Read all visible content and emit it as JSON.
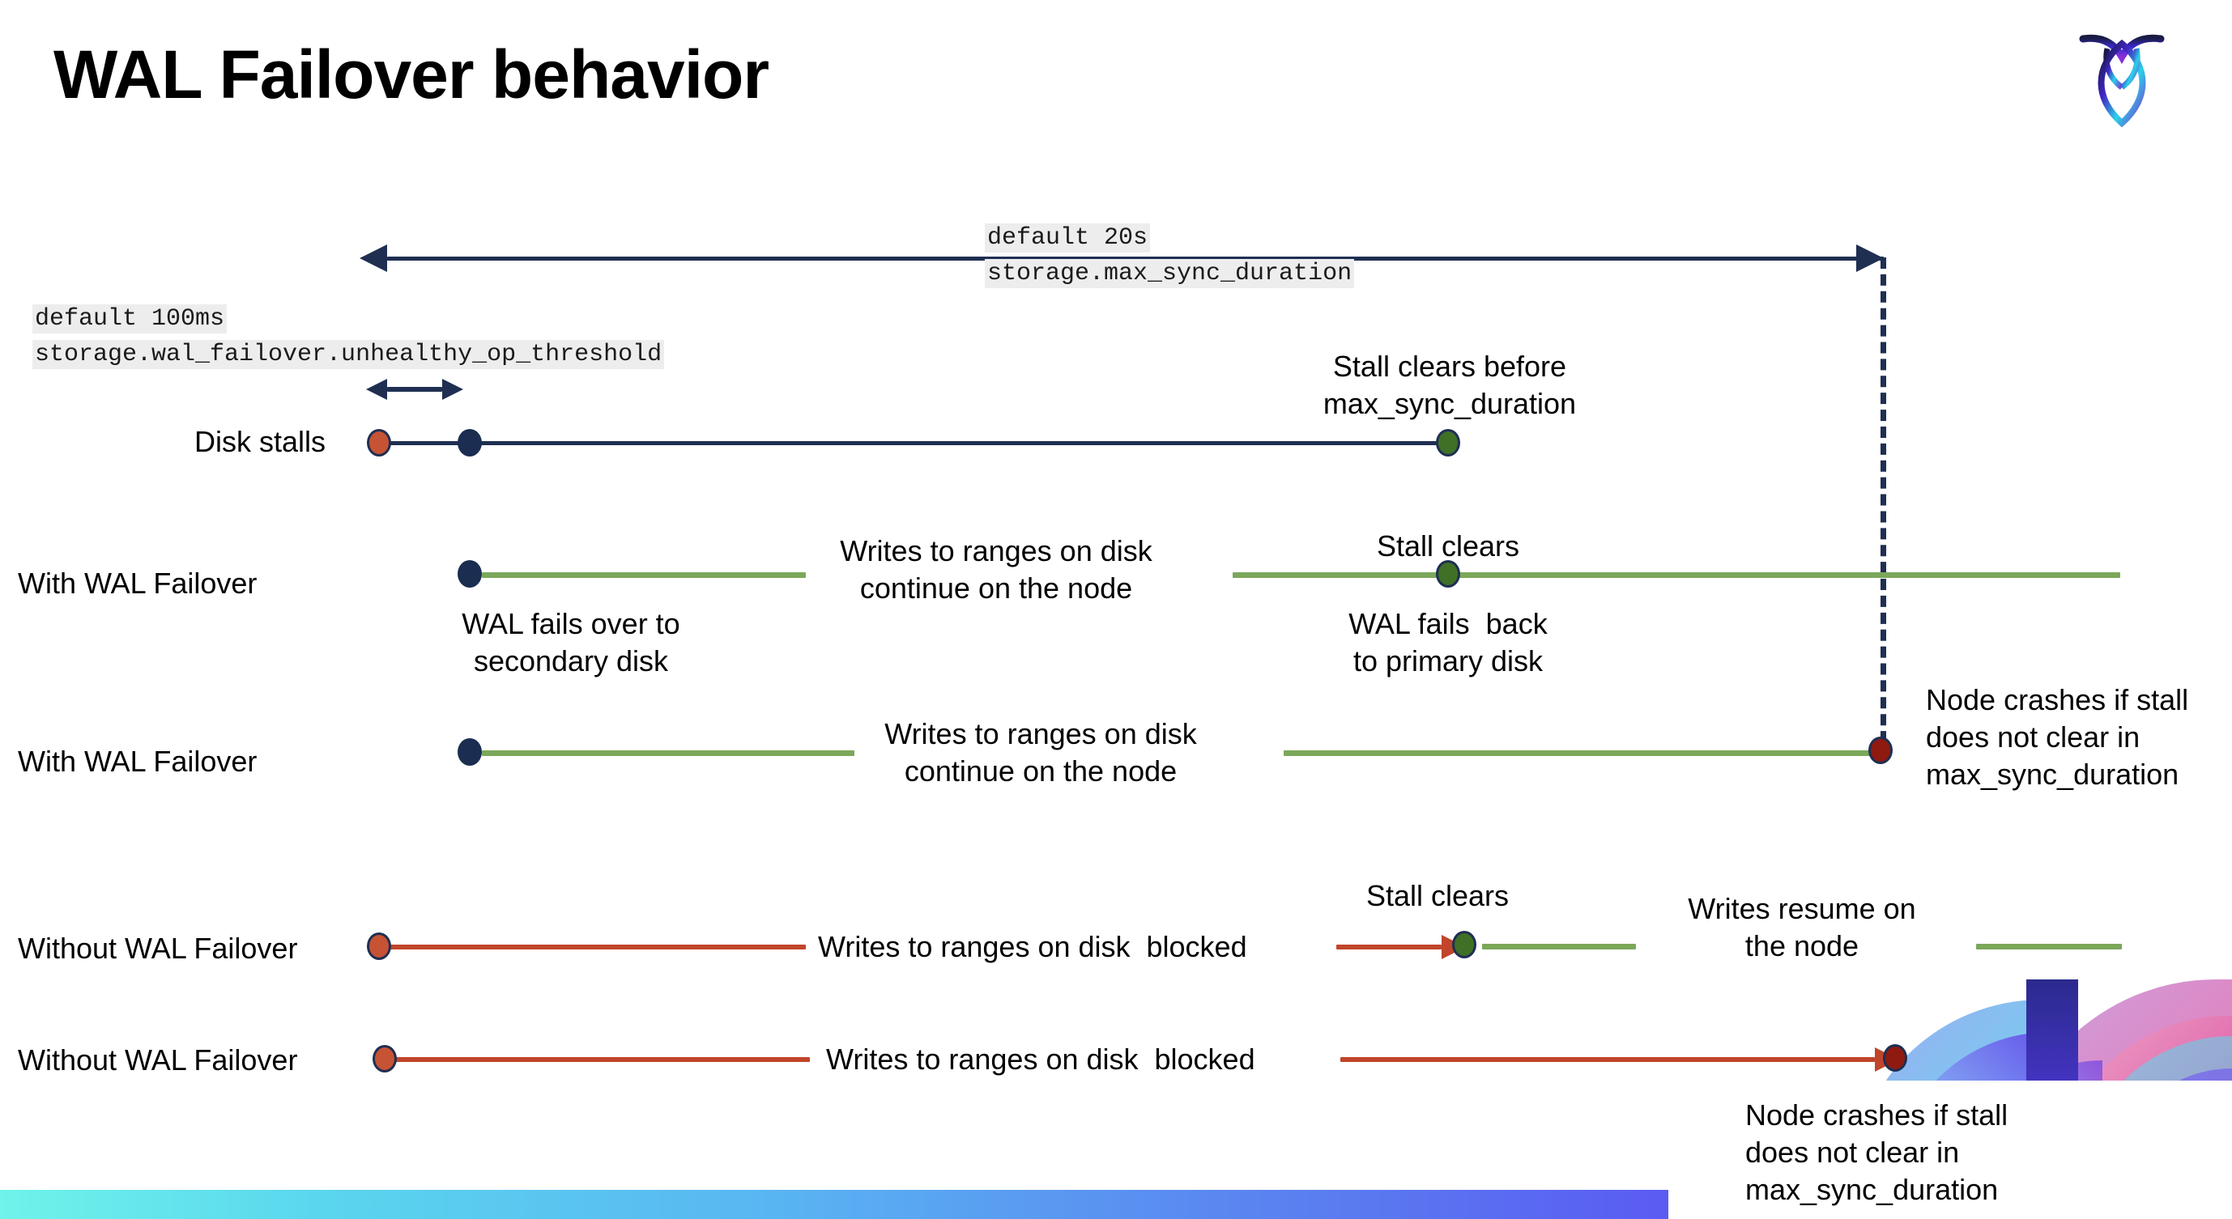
{
  "slide": {
    "title": "WAL Failover behavior",
    "logo_name": "cockroachdb-logo"
  },
  "annotations": {
    "max_sync": {
      "default": "default 20s",
      "setting": "storage.max_sync_duration"
    },
    "unhealthy_op": {
      "default": "default 100ms",
      "setting": "storage.wal_failover.unhealthy_op_threshold"
    }
  },
  "rows": [
    {
      "label": "Disk stalls",
      "notes": {
        "stall_clears_before": "Stall clears before\nmax_sync_duration"
      }
    },
    {
      "label": "With WAL Failover",
      "notes": {
        "writes_continue": "Writes to ranges on disk\ncontinue on the node",
        "stall_clears": "Stall clears",
        "fails_over": "WAL fails over to\nsecondary disk",
        "fails_back": "WAL fails  back\nto primary disk"
      }
    },
    {
      "label": "With WAL Failover",
      "notes": {
        "writes_continue": "Writes to ranges on disk\ncontinue on the node",
        "node_crashes": "Node crashes if stall\ndoes not clear in\nmax_sync_duration"
      }
    },
    {
      "label": "Without WAL Failover",
      "notes": {
        "writes_blocked": "Writes to ranges on disk  blocked",
        "stall_clears": "Stall clears",
        "writes_resume": "Writes resume on\nthe node"
      }
    },
    {
      "label": "Without WAL Failover",
      "notes": {
        "writes_blocked": "Writes to ranges on disk  blocked",
        "node_crashes": "Node crashes if stall\ndoes not clear in\nmax_sync_duration"
      }
    }
  ],
  "colors": {
    "navy": "#1f2f52",
    "green_line": "#7ba85a",
    "green_dot": "#3f7026",
    "orange_dot": "#c65334",
    "red_line": "#c0452a",
    "dark_red_dot": "#8e1a10",
    "code_chip_bg": "#ededed"
  }
}
